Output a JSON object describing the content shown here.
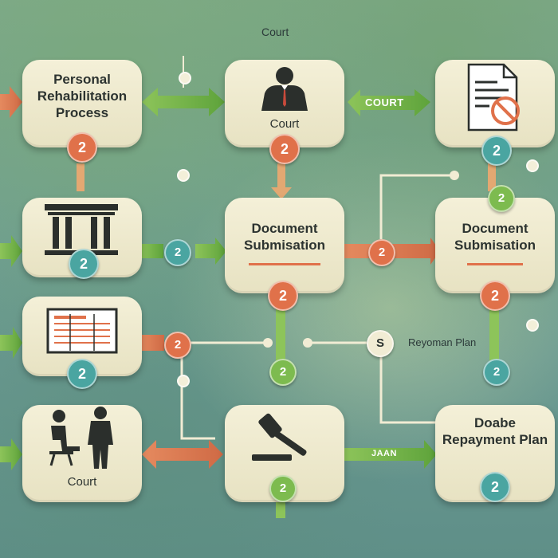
{
  "header": {
    "top_label": "Court"
  },
  "cards": {
    "personal_rehab": {
      "title": "Personal Rehabilitation Process",
      "badge": "2"
    },
    "court_top": {
      "caption": "Court",
      "badge": "2"
    },
    "document_top": {
      "badge": "2"
    },
    "courthouse": {
      "badge": "2"
    },
    "doc_sub_center": {
      "title": "Document Submisation",
      "badge": "2"
    },
    "doc_sub_right": {
      "title": "Document Submisation",
      "badge": "2"
    },
    "building": {
      "badge": "2"
    },
    "court_bottom": {
      "caption": "Court"
    },
    "gavel": {},
    "doabe": {
      "title": "Doabe Repayment Plan",
      "badge": "2"
    }
  },
  "connectors": {
    "court_arrow_label": "COURT",
    "bottom_arrow_label": "JAAN",
    "repay_node": "S",
    "repay_label": "Reyoman Plan"
  },
  "nodes": {
    "n1": "2",
    "n2": "2",
    "n3": "2",
    "n4": "2",
    "n5": "2",
    "n6": "2",
    "n7": "2"
  },
  "colors": {
    "orange": "#e0714a",
    "teal": "#4aa5a1",
    "green": "#7dbb4f",
    "card": "#efeacc",
    "ink": "#2c3330"
  }
}
